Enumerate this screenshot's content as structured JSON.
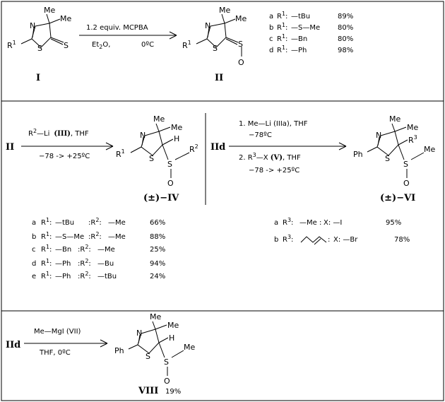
{
  "scheme1": {
    "compound_I": "I",
    "compound_II": "II",
    "reagent": "1.2 equiv. MCPBA",
    "solvent": "Et",
    "solvent_sub": "2",
    "solvent_rest": "O,",
    "temp": "0ºC",
    "me1": "Me",
    "me2": "Me",
    "r": "R",
    "r_sup": "1",
    "n": "N",
    "s": "S",
    "s_exo": "S",
    "o": "O",
    "entries": [
      {
        "letter": "a",
        "group": "—tBu",
        "yield": "89%"
      },
      {
        "letter": "b",
        "group": "—S—Me",
        "yield": "80%"
      },
      {
        "letter": "c",
        "group": "—Bn",
        "yield": "80%"
      },
      {
        "letter": "d",
        "group": "—Ph",
        "yield": "98%"
      }
    ],
    "entry_r": "R",
    "entry_r_sup": "1",
    "entry_colon": ":"
  },
  "scheme2": {
    "start": "II",
    "reagent_pre": "R",
    "reagent_sup": "2",
    "reagent_li": "—Li",
    "reagent_num": "(III)",
    "reagent_solv": ", THF",
    "cond": "−78 -> +25ºC",
    "product": "(±)−IV",
    "h": "H",
    "r2": "R",
    "r2_sup": "2",
    "entries": [
      {
        "letter": "a",
        "r1": "—tBu",
        "r2": "—Me",
        "yield": "66%"
      },
      {
        "letter": "b",
        "r1": "—S—Me",
        "r2": "—Me",
        "yield": "88%"
      },
      {
        "letter": "c",
        "r1": "—Bn",
        "r2": "—Me",
        "yield": "25%"
      },
      {
        "letter": "d",
        "r1": "—Ph",
        "r2": "—Bu",
        "yield": "94%"
      },
      {
        "letter": "e",
        "r1": "—Ph",
        "r2": "—tBu",
        "yield": "24%"
      }
    ]
  },
  "scheme3": {
    "start": "IId",
    "step1": "1.  Me—Li  (IIIa), THF",
    "step1_temp": "−78ºC",
    "step2_pre": "2.  R",
    "step2_sup": "3",
    "step2_mid": "—X  ",
    "step2_num": "(V)",
    "step2_solv": ", THF",
    "step2_cond": "−78 -> +25ºC",
    "product": "(±)−VI",
    "ph": "Ph",
    "r3": "R",
    "r3_sup": "3",
    "me": "Me",
    "entry_a": {
      "letter": "a",
      "r3": "—Me",
      "x": "X: —I",
      "yield": "95%"
    },
    "entry_b": {
      "letter": "b",
      "x": "X: —Br",
      "yield": "78%"
    }
  },
  "scheme4": {
    "start": "IId",
    "reagent": "Me—MgI  (VII)",
    "cond": "THF,    0ºC",
    "product": "VIII",
    "yield": "19%",
    "ph": "Ph",
    "h": "H",
    "me": "Me"
  }
}
